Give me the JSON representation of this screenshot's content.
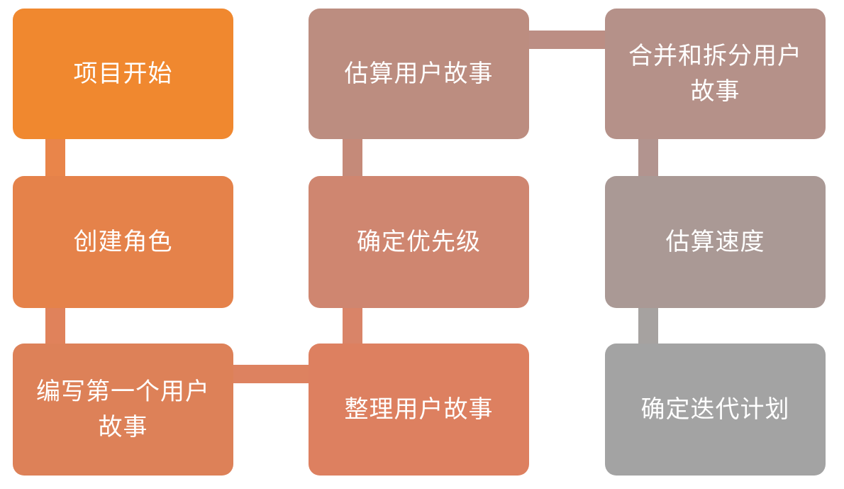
{
  "flow": {
    "step1": "项目开始",
    "step2": "创建角色",
    "step3": "编写第一个用户故事",
    "step4": "整理用户故事",
    "step5": "确定优先级",
    "step6": "估算用户故事",
    "step7": "合并和拆分用户故事",
    "step8": "估算速度",
    "step9": "确定迭代计划"
  },
  "colors": {
    "start": "#f0882f",
    "middle": "#cf8670",
    "end": "#a3a3a3"
  }
}
